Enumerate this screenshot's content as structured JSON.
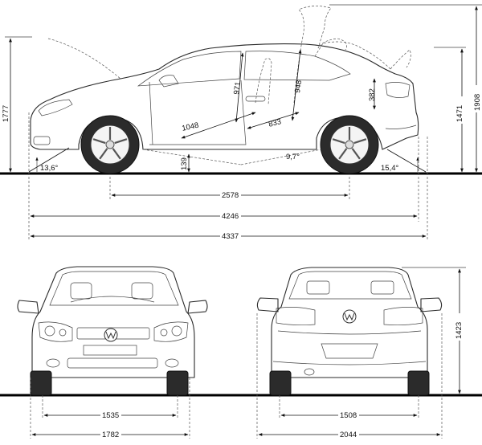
{
  "side_view": {
    "overall_height": "1777",
    "roof_height": "1471",
    "height_roof_open": "1908",
    "wheelbase": "2578",
    "length": "4246",
    "length_total": "4337",
    "front_overhang_angle": "13,6°",
    "rear_overhang_angle": "15,4°",
    "ramp_angle": "9,7°",
    "ground_clearance": "139",
    "door_height": "971",
    "seat_back_height": "948",
    "trunk_opening_height": "382",
    "front_legroom": "1048",
    "rear_legroom": "833"
  },
  "front_view": {
    "track": "1535",
    "width_with_mirrors": "1782"
  },
  "rear_view": {
    "track": "1508",
    "width_with_mirrors": "2044",
    "height": "1423"
  }
}
